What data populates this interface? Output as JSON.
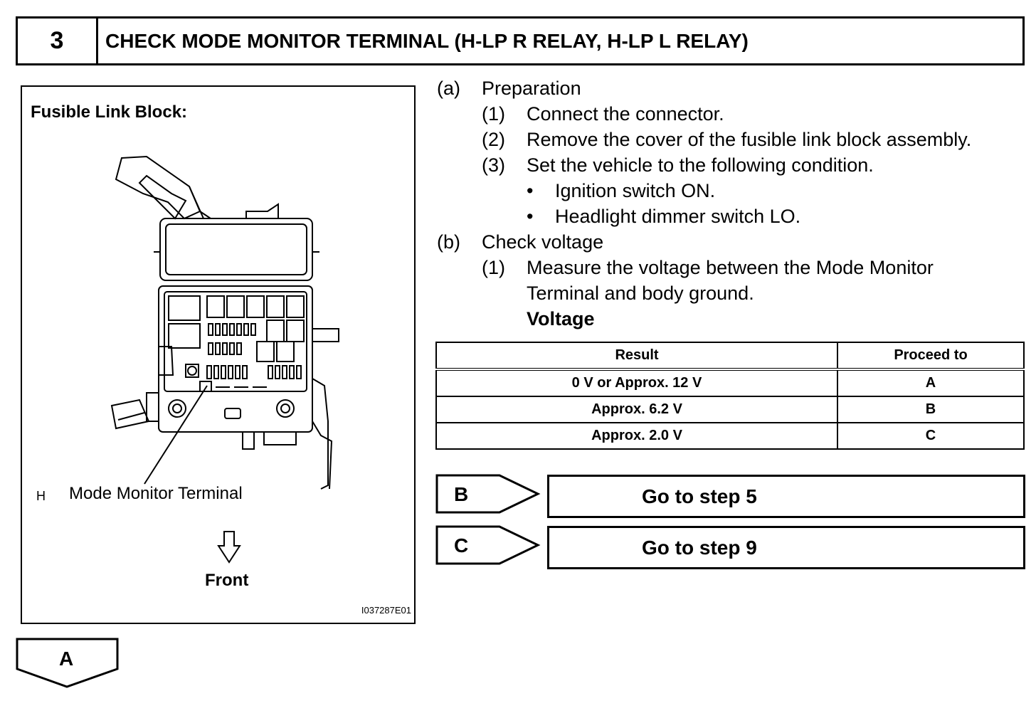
{
  "header": {
    "step_number": "3",
    "title": "CHECK MODE MONITOR TERMINAL (H-LP R RELAY, H-LP L RELAY)"
  },
  "figure": {
    "title": "Fusible Link Block:",
    "small_letter": "H",
    "callout_label": "Mode Monitor Terminal",
    "direction_label": "Front",
    "figure_code": "I037287E01"
  },
  "instructions": [
    {
      "marker": "(a)",
      "text": "Preparation"
    },
    {
      "marker": "(1)",
      "text": "Connect the connector."
    },
    {
      "marker": "(2)",
      "text": "Remove the cover of the fusible link block assembly."
    },
    {
      "marker": "(3)",
      "text": "Set the vehicle to the following condition."
    },
    {
      "marker": "•",
      "text": "Ignition switch ON."
    },
    {
      "marker": "•",
      "text": "Headlight dimmer switch LO."
    },
    {
      "marker": "(b)",
      "text": "Check voltage"
    },
    {
      "marker": "(1)",
      "text": "Measure the voltage between the Mode Monitor"
    },
    {
      "marker": "",
      "text": "Terminal and body ground."
    },
    {
      "marker": "",
      "text": "Voltage"
    }
  ],
  "table": {
    "headers": [
      "Result",
      "Proceed to"
    ],
    "rows": [
      [
        "0 V or Approx. 12 V",
        "A"
      ],
      [
        "Approx. 6.2 V",
        "B"
      ],
      [
        "Approx. 2.0 V",
        "C"
      ]
    ]
  },
  "proceed": [
    {
      "tag": "B",
      "action": "Go to step 5"
    },
    {
      "tag": "C",
      "action": "Go to step 9"
    }
  ],
  "bottom_tag": "A"
}
